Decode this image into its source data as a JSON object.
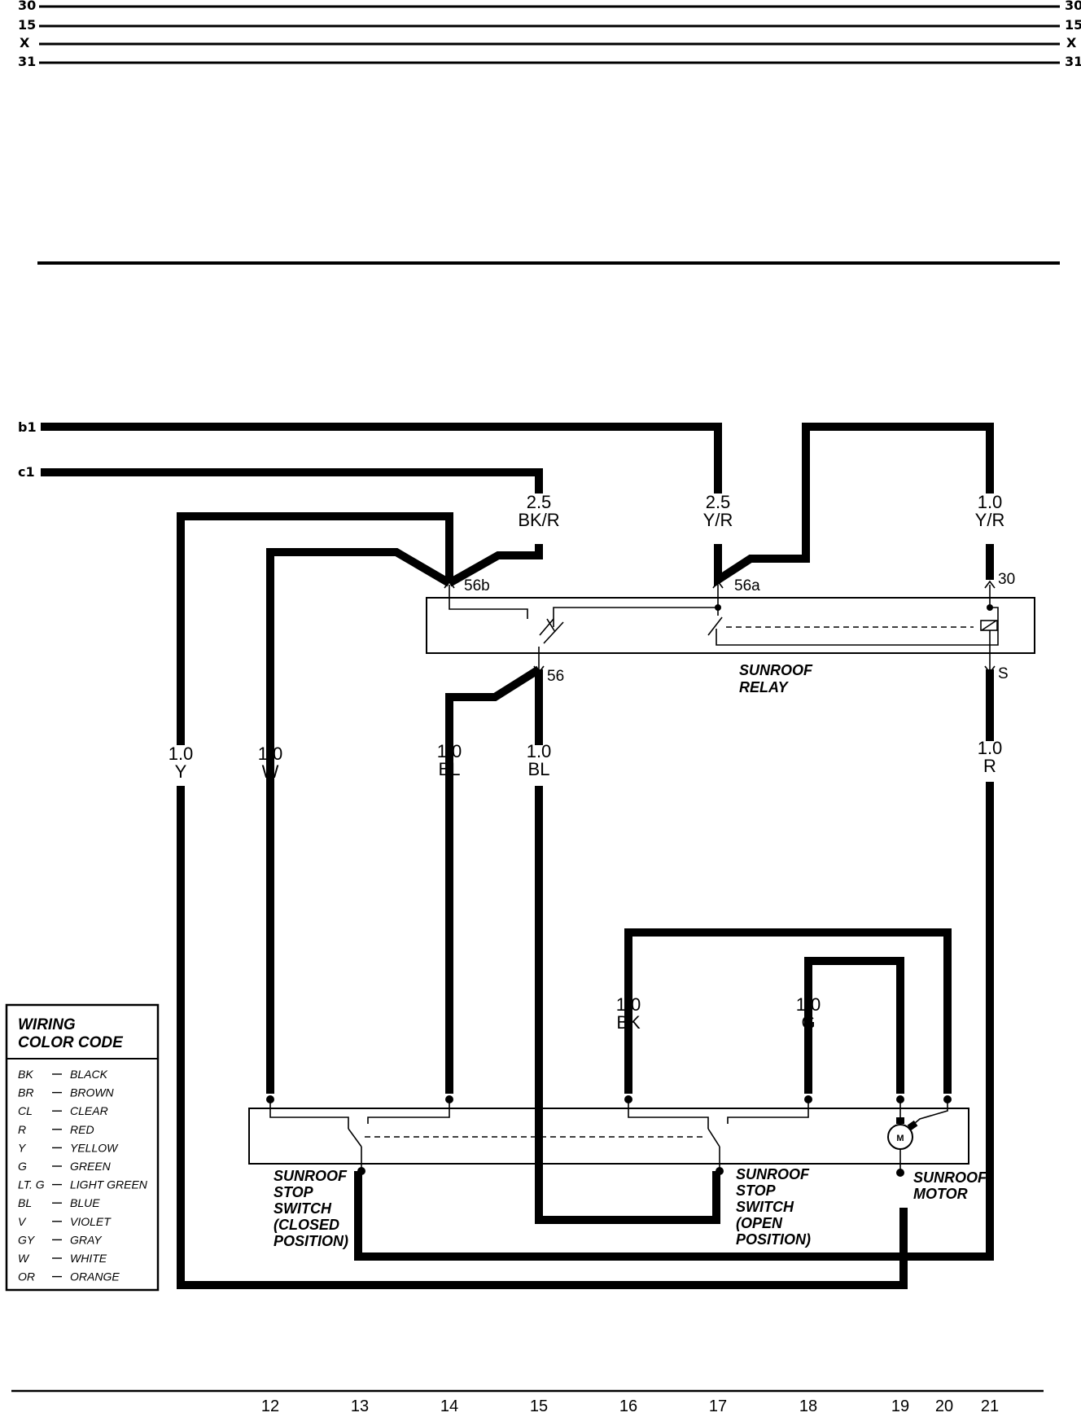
{
  "bus_lines": [
    {
      "left": "30",
      "right": "30"
    },
    {
      "left": "15",
      "right": "15"
    },
    {
      "left": "X",
      "right": "X"
    },
    {
      "left": "31",
      "right": "31"
    }
  ],
  "inputs": {
    "b1": "b1",
    "c1": "c1"
  },
  "wires": {
    "bk_r": {
      "size": "2.5",
      "color": "BK/R"
    },
    "y_r_a": {
      "size": "2.5",
      "color": "Y/R"
    },
    "y_r_b": {
      "size": "1.0",
      "color": "Y/R"
    },
    "y": {
      "size": "1.0",
      "color": "Y"
    },
    "w": {
      "size": "1.0",
      "color": "W"
    },
    "bl_a": {
      "size": "1.0",
      "color": "BL"
    },
    "bl_b": {
      "size": "1.0",
      "color": "BL"
    },
    "r": {
      "size": "1.0",
      "color": "R"
    },
    "bk": {
      "size": "1.0",
      "color": "BK"
    },
    "g": {
      "size": "1.0",
      "color": "G"
    }
  },
  "relay": {
    "pins": {
      "p56b": "56b",
      "p56a": "56a",
      "p30": "30",
      "p56": "56",
      "pS": "S"
    },
    "label_line1": "SUNROOF",
    "label_line2": "RELAY"
  },
  "components": {
    "stop_closed": [
      "SUNROOF",
      "STOP",
      "SWITCH",
      "(CLOSED",
      "POSITION)"
    ],
    "stop_open": [
      "SUNROOF",
      "STOP",
      "SWITCH",
      "(OPEN",
      "POSITION)"
    ],
    "motor": [
      "SUNROOF",
      "MOTOR"
    ],
    "motor_symbol": "M"
  },
  "legend": {
    "title_line1": "WIRING",
    "title_line2": "COLOR CODE",
    "items": [
      {
        "code": "BK",
        "name": "BLACK"
      },
      {
        "code": "BR",
        "name": "BROWN"
      },
      {
        "code": "CL",
        "name": "CLEAR"
      },
      {
        "code": "R",
        "name": "RED"
      },
      {
        "code": "Y",
        "name": "YELLOW"
      },
      {
        "code": "G",
        "name": "GREEN"
      },
      {
        "code": "LT. G",
        "name": "LIGHT GREEN"
      },
      {
        "code": "BL",
        "name": "BLUE"
      },
      {
        "code": "V",
        "name": "VIOLET"
      },
      {
        "code": "GY",
        "name": "GRAY"
      },
      {
        "code": "W",
        "name": "WHITE"
      },
      {
        "code": "OR",
        "name": "ORANGE"
      }
    ]
  },
  "grid_numbers": [
    "12",
    "13",
    "14",
    "15",
    "16",
    "17",
    "18",
    "19",
    "20",
    "21"
  ]
}
